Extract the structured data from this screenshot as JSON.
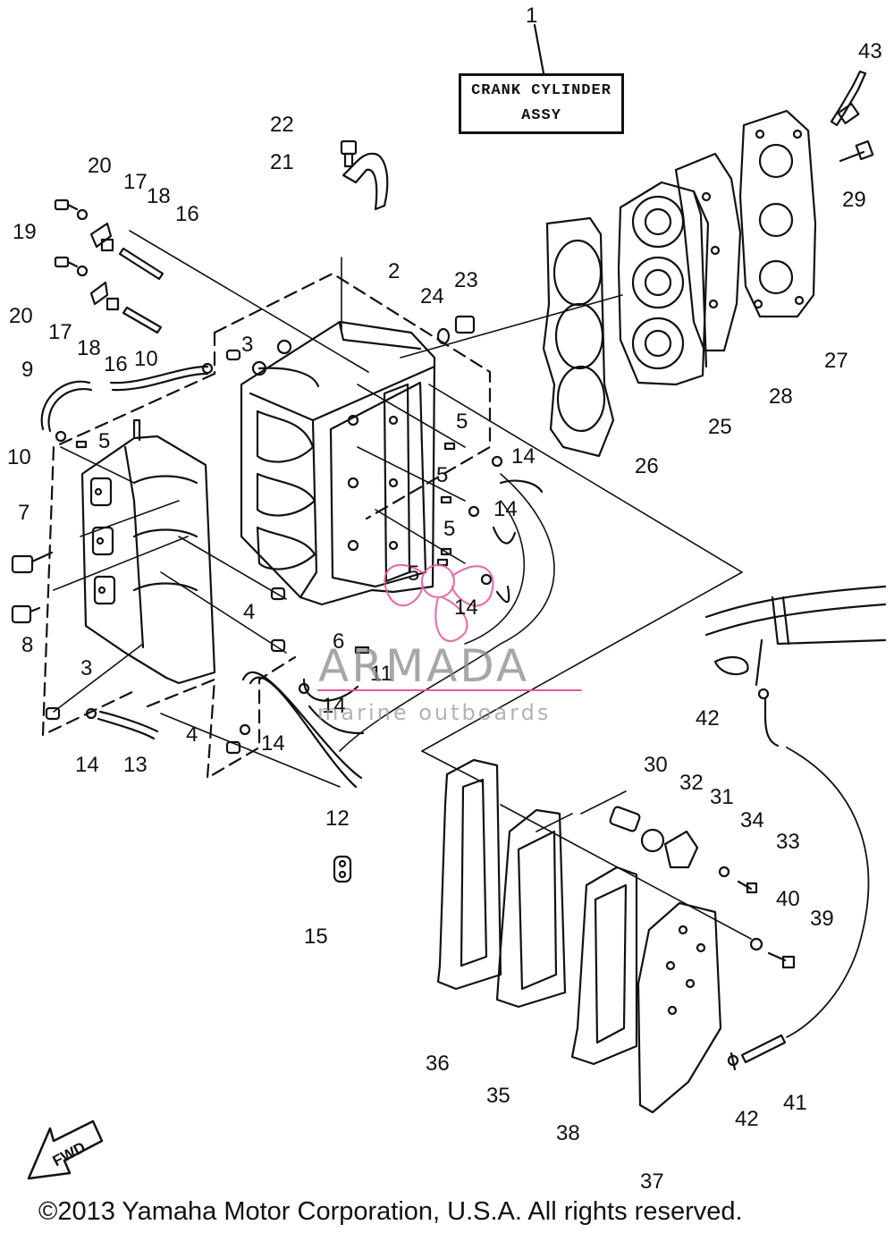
{
  "assy_label": {
    "line1": "CRANK CYLINDER",
    "line2": "ASSY"
  },
  "callouts": [
    "1",
    "2",
    "3",
    "3",
    "4",
    "4",
    "5",
    "5",
    "5",
    "5",
    "5",
    "6",
    "7",
    "8",
    "9",
    "10",
    "10",
    "11",
    "12",
    "13",
    "14",
    "14",
    "14",
    "14",
    "14",
    "14",
    "15",
    "16",
    "16",
    "17",
    "17",
    "18",
    "18",
    "19",
    "20",
    "20",
    "21",
    "22",
    "23",
    "24",
    "25",
    "26",
    "27",
    "28",
    "29",
    "30",
    "31",
    "32",
    "33",
    "34",
    "35",
    "36",
    "37",
    "38",
    "39",
    "40",
    "41",
    "42",
    "42",
    "43"
  ],
  "watermark": {
    "brand": "ARMADA",
    "tagline": "marine outboards",
    "brand_color": "#e15b9b"
  },
  "fwd_label": "FWD",
  "copyright": "©2013 Yamaha Motor Corporation, U.S.A. All rights reserved."
}
